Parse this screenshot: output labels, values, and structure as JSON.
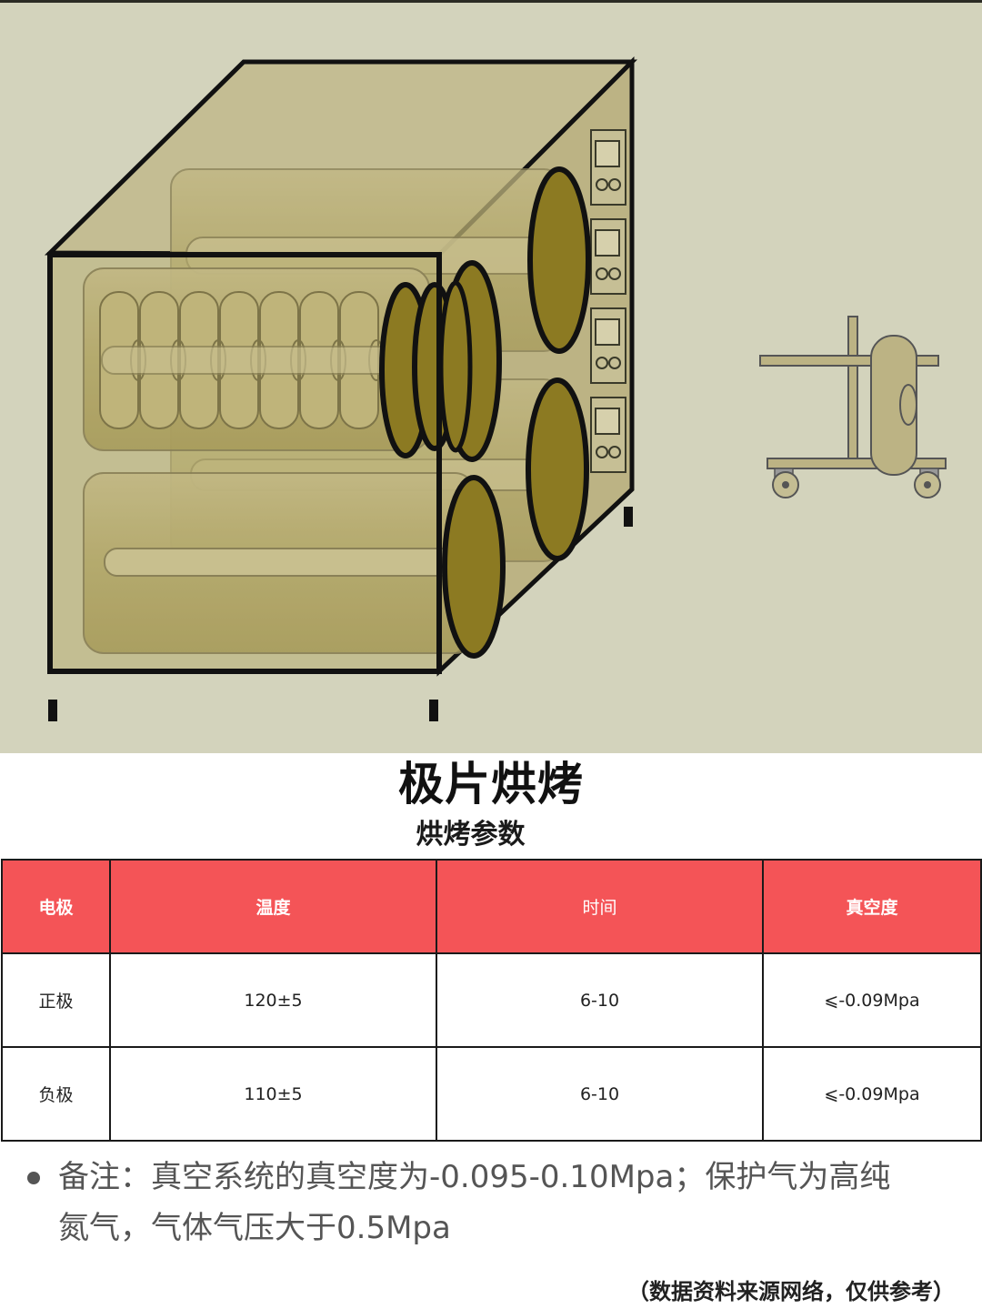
{
  "illustration": {
    "name": "electrode-baking-oven-diagram",
    "colors": {
      "background": "#d3d3bc",
      "oven_fill": "#b8ae74",
      "roll_fill": "#bbb07a",
      "roll_face": "#8c7a22",
      "outline": "#111111"
    }
  },
  "title": "极片烘烤",
  "subtitle": "烘烤参数",
  "table": {
    "header_color": "#f45457",
    "columns": [
      "电极",
      "温度",
      "时间",
      "真空度"
    ],
    "rows": [
      [
        "正极",
        "120±5",
        "6-10",
        "⩽-0.09Mpa"
      ],
      [
        "负极",
        "110±5",
        "6-10",
        "⩽-0.09Mpa"
      ]
    ]
  },
  "note": {
    "text": "备注：真空系统的真空度为-0.095-0.10Mpa；保护气为高纯氮气，气体气压大于0.5Mpa"
  },
  "source": "（数据资料来源网络，仅供参考）"
}
